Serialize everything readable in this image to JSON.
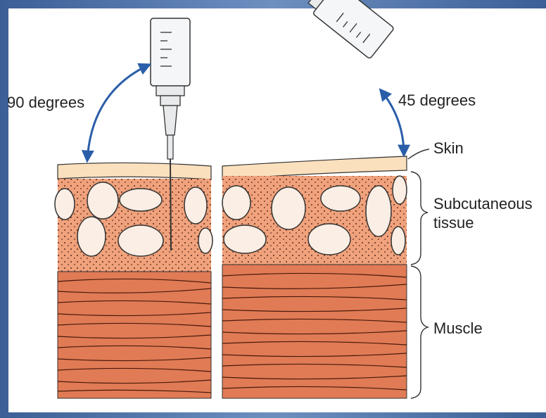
{
  "labels": {
    "left_angle": "90 degrees",
    "right_angle": "45 degrees",
    "skin": "Skin",
    "subcutaneous_line1": "Subcutaneous",
    "subcutaneous_line2": "tissue",
    "muscle": "Muscle"
  },
  "colors": {
    "skin": "#fbe0bd",
    "subcutaneous": "#f0a27c",
    "muscle": "#e07b55",
    "fat_lobule": "#fbeee4",
    "arrow": "#2a5ea8",
    "frame": "#4a6fa5"
  }
}
